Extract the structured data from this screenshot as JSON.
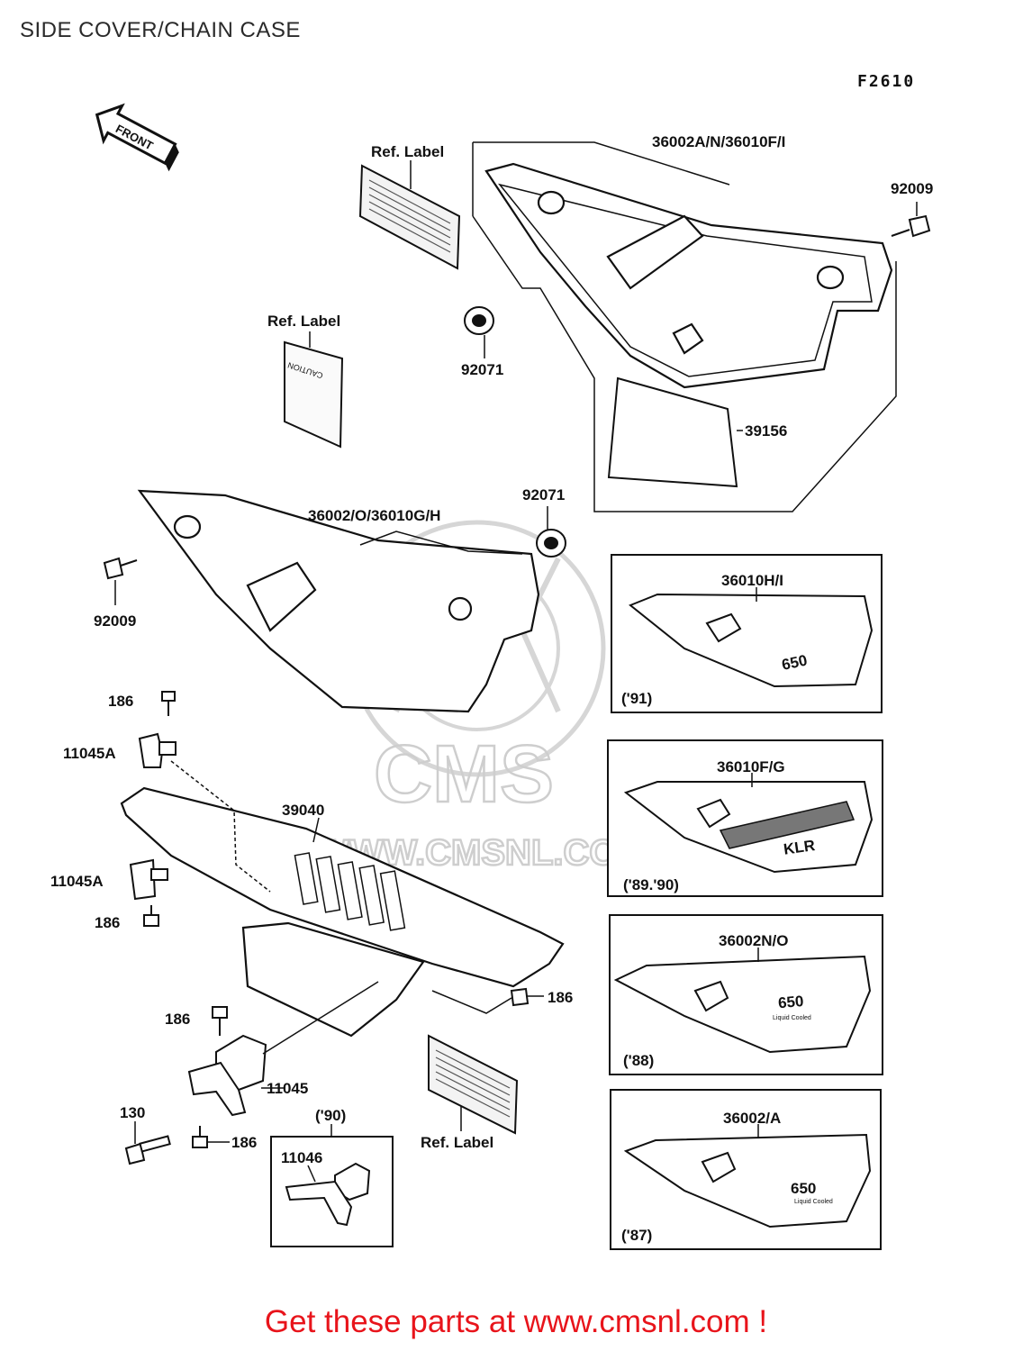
{
  "header": {
    "title": "SIDE COVER/CHAIN CASE",
    "figure_code": "F2610"
  },
  "icons": {
    "front_arrow": "FRONT"
  },
  "watermark": {
    "brand": "CMS",
    "url": "WWW.CMSNL.COM"
  },
  "callouts": {
    "ref_label_top": "Ref. Label",
    "ref_label_caution": "Ref. Label",
    "ref_label_bottom": "Ref. Label",
    "cover_right": "36002A/N/36010F/I",
    "bolt_92009_right": "92009",
    "grommet_92071_top": "92071",
    "pad_39156": "39156",
    "cover_left": "36002/O/36010G/H",
    "grommet_92071_mid": "92071",
    "bolt_92009_left": "92009",
    "bolt_186_a": "186",
    "clamp_11045A_a": "11045A",
    "chain_case_39040": "39040",
    "clamp_11045A_b": "11045A",
    "bolt_186_b": "186",
    "bolt_186_c": "186",
    "bolt_186_d": "186",
    "bracket_11045": "11045",
    "bolt_130": "130",
    "bolt_186_e": "186",
    "year_90": "('90)",
    "bracket_11046": "11046"
  },
  "caution_text": "CAUTION",
  "variants": [
    {
      "part": "36010H/I",
      "year": "('91)",
      "badge": "650"
    },
    {
      "part": "36010F/G",
      "year": "('89.'90)",
      "badge": "KLR"
    },
    {
      "part": "36002N/O",
      "year": "('88)",
      "badge": "650",
      "sub": "Liquid Cooled"
    },
    {
      "part": "36002/A",
      "year": "('87)",
      "badge": "650",
      "sub": "Liquid Cooled"
    }
  ],
  "footer": {
    "text": "Get these parts at www.cmsnl.com !"
  }
}
